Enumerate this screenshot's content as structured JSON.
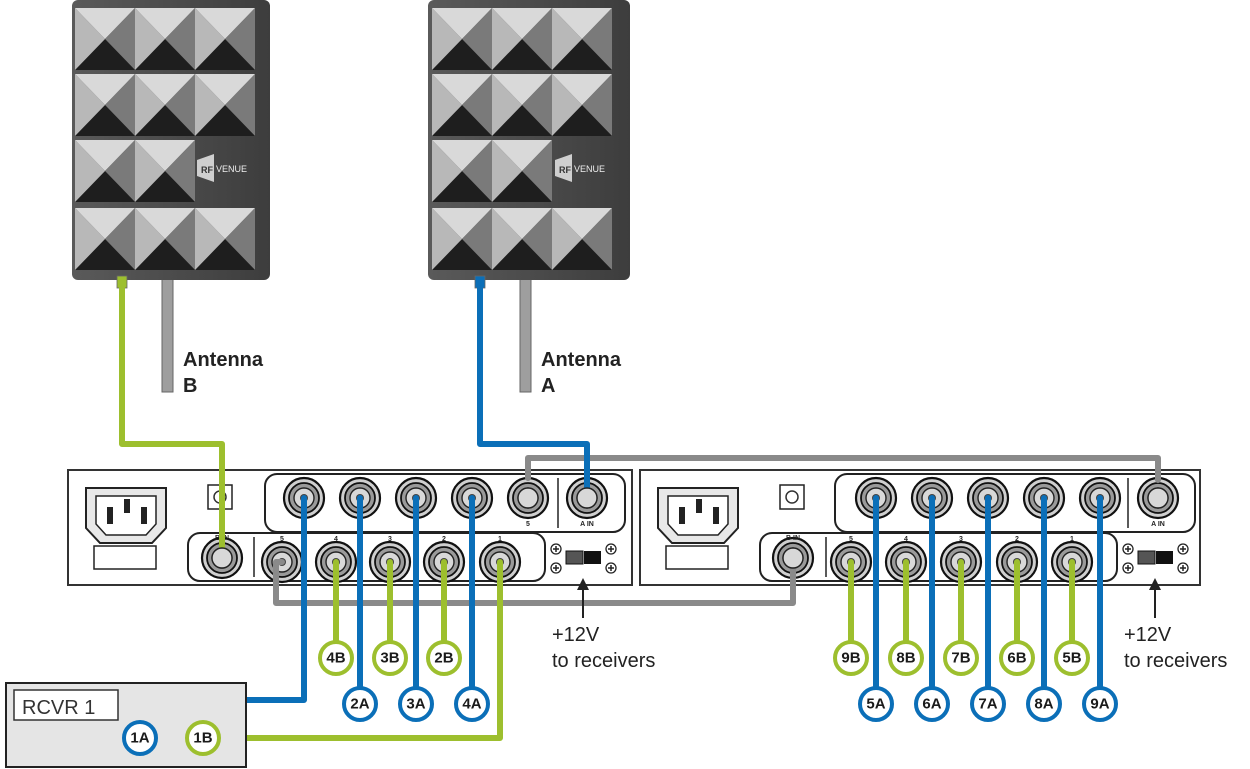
{
  "antennas": [
    {
      "id": "antenna-b",
      "label_line1": "Antenna",
      "label_line2": "B",
      "logo_mark": "RF",
      "logo_text": "VENUE"
    },
    {
      "id": "antenna-a",
      "label_line1": "Antenna",
      "label_line2": "A",
      "logo_mark": "RF",
      "logo_text": "VENUE"
    }
  ],
  "distro_units": [
    {
      "id": "distro-1",
      "a_in_label": "A IN",
      "b_in_label": "B IN",
      "top_port_labels": [
        "",
        "",
        "",
        "",
        "5"
      ],
      "bottom_port_labels": [
        "5",
        "4",
        "3",
        "2",
        "1"
      ],
      "power_label_line1": "+12V",
      "power_label_line2": "to receivers"
    },
    {
      "id": "distro-2",
      "a_in_label": "A IN",
      "b_in_label": "B IN",
      "top_port_labels": [
        "",
        "",
        "",
        "",
        ""
      ],
      "bottom_port_labels": [
        "5",
        "4",
        "3",
        "2",
        "1"
      ],
      "power_label_line1": "+12V",
      "power_label_line2": "to receivers"
    }
  ],
  "receiver": {
    "label": "RCVR 1",
    "badge_a": "1A",
    "badge_b": "1B"
  },
  "badges_green_1": [
    "4B",
    "3B",
    "2B"
  ],
  "badges_blue_1": [
    "2A",
    "3A",
    "4A"
  ],
  "badges_green_2": [
    "9B",
    "8B",
    "7B",
    "6B",
    "5B"
  ],
  "badges_blue_2": [
    "5A",
    "6A",
    "7A",
    "8A",
    "9A"
  ],
  "colors": {
    "green": "#9dbf2e",
    "blue": "#0b6fb8",
    "gray_cable": "#8a8a8a",
    "panel_dark": "#555555"
  }
}
